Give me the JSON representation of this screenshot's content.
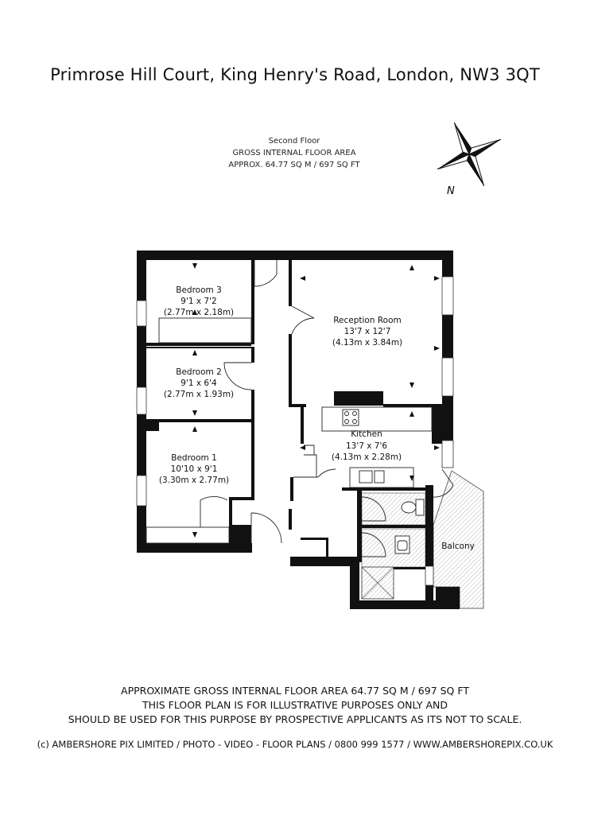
{
  "header": {
    "title": "Primrose Hill Court, King Henry's Road, London, NW3 3QT"
  },
  "floor_info": {
    "floor_name": "Second Floor",
    "area_heading": "GROSS INTERNAL FLOOR AREA",
    "area_value": "APPROX. 64.77 SQ M / 697 SQ FT"
  },
  "compass": {
    "north_label": "N"
  },
  "rooms": {
    "bedroom3": {
      "name": "Bedroom 3",
      "imperial": "9'1 x 7'2",
      "metric": "(2.77m x 2.18m)"
    },
    "bedroom2": {
      "name": "Bedroom 2",
      "imperial": "9'1 x 6'4",
      "metric": "(2.77m x 1.93m)"
    },
    "bedroom1": {
      "name": "Bedroom 1",
      "imperial": "10'10 x 9'1",
      "metric": "(3.30m x 2.77m)"
    },
    "reception": {
      "name": "Reception Room",
      "imperial": "13'7 x 12'7",
      "metric": "(4.13m x 3.84m)"
    },
    "kitchen": {
      "name": "Kitchen",
      "imperial": "13'7 x 7'6",
      "metric": "(4.13m x 2.28m)"
    },
    "balcony": {
      "name": "Balcony"
    }
  },
  "disclaimer": {
    "line1": "APPROXIMATE GROSS INTERNAL FLOOR AREA 64.77 SQ M / 697 SQ FT",
    "line2": "THIS FLOOR PLAN IS FOR ILLUSTRATIVE PURPOSES ONLY AND",
    "line3": "SHOULD BE USED FOR THIS PURPOSE BY PROSPECTIVE APPLICANTS AS ITS NOT TO SCALE."
  },
  "footer": {
    "copyright": "(c) AMBERSHORE PIX LIMITED / PHOTO - VIDEO - FLOOR PLANS / 0800 999 1577 / WWW.AMBERSHOREPIX.CO.UK"
  }
}
